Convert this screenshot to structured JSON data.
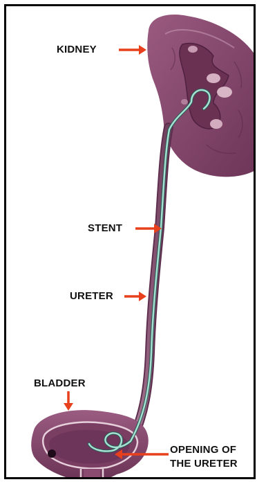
{
  "labels": {
    "kidney": "KIDNEY",
    "stent": "STENT",
    "ureter": "URETER",
    "bladder": "BLADDER",
    "opening_line1": "OPENING OF",
    "opening_line2": "THE URETER"
  },
  "colors": {
    "tissue": "#8a4670",
    "tissue_dark": "#5f2a4c",
    "tissue_light": "#c796b1",
    "stent": "#9bd7c8",
    "arrow": "#e8401c",
    "border": "#000000"
  }
}
